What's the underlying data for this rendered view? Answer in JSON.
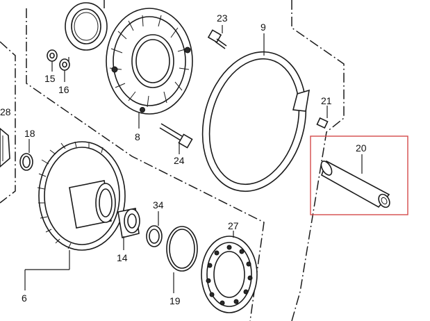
{
  "colors": {
    "highlight": "#d44a4a",
    "line": "#1a1a1a",
    "background": "#ffffff"
  },
  "callouts": [
    {
      "id": "p6",
      "label": "6"
    },
    {
      "id": "p8",
      "label": "8"
    },
    {
      "id": "p9",
      "label": "9"
    },
    {
      "id": "p14",
      "label": "14"
    },
    {
      "id": "p15",
      "label": "15"
    },
    {
      "id": "p16",
      "label": "16"
    },
    {
      "id": "p18",
      "label": "18"
    },
    {
      "id": "p19",
      "label": "19"
    },
    {
      "id": "p20",
      "label": "20"
    },
    {
      "id": "p21",
      "label": "21"
    },
    {
      "id": "p23",
      "label": "23"
    },
    {
      "id": "p24",
      "label": "24"
    },
    {
      "id": "p27",
      "label": "27"
    },
    {
      "id": "p28",
      "label": "28"
    },
    {
      "id": "p34",
      "label": "34"
    }
  ]
}
